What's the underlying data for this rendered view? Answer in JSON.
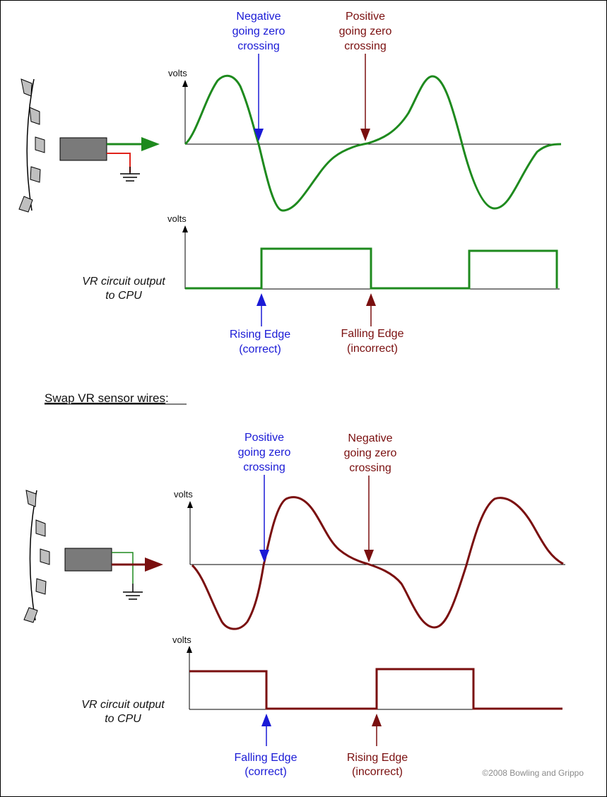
{
  "colors": {
    "green": "#1e8a1e",
    "dark_red": "#7a0f0f",
    "blue": "#1a1ad6",
    "sensor_gray": "#7a7a7a",
    "wheel_tooth": "#bfbfbf",
    "wire_red": "#e0231b",
    "axis": "#000000"
  },
  "top": {
    "graph_axis_label": "volts",
    "square_axis_label": "volts",
    "negative_crossing": [
      "Negative",
      "going zero",
      "crossing"
    ],
    "positive_crossing": [
      "Positive",
      "going zero",
      "crossing"
    ],
    "output_label": [
      "VR circuit output",
      "to CPU"
    ],
    "rising_edge": [
      "Rising Edge",
      "(correct)"
    ],
    "falling_edge": [
      "Falling Edge",
      "(incorrect)"
    ]
  },
  "swap_caption": "Swap VR sensor wires",
  "swap_caption_suffix": ":",
  "bottom": {
    "graph_axis_label": "volts",
    "square_axis_label": "volts",
    "positive_crossing": [
      "Positive",
      "going zero",
      "crossing"
    ],
    "negative_crossing": [
      "Negative",
      "going zero",
      "crossing"
    ],
    "output_label": [
      "VR circuit output",
      "to CPU"
    ],
    "falling_edge": [
      "Falling Edge",
      "(correct)"
    ],
    "rising_edge": [
      "Rising Edge",
      "(incorrect)"
    ]
  },
  "copyright": "©2008 Bowling and Grippo",
  "icons": [
    "reluctor-wheel-icon",
    "vr-sensor-icon",
    "ground-icon",
    "arrow-up-icon",
    "arrow-down-icon"
  ]
}
